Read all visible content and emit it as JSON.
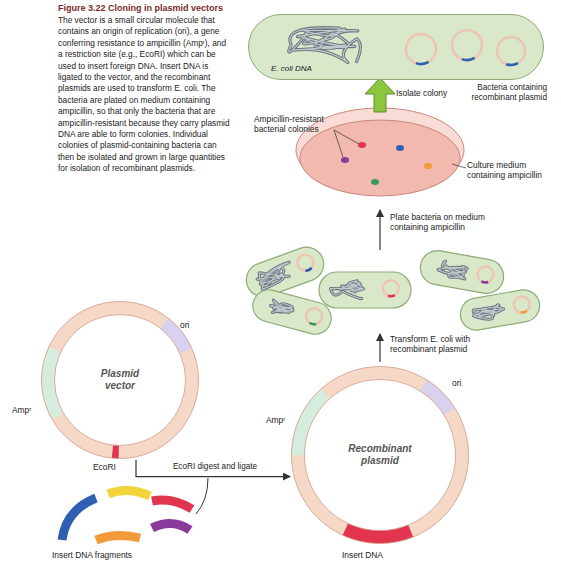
{
  "diagram": {
    "title": "Figure 3.22 Cloning in plasmid vectors",
    "caption": "The vector is a small circular molecule that contains an origin of replication (ori), a gene conferring resistance to ampicillin (Ampʳ), and a restriction site (e.g., EcoRI) which can be used to insert foreign DNA. Insert DNA is ligated to the vector, and the recombinant plasmids are used to transform E. coli. The bacteria are plated on medium containing ampicillin, so that only the bacteria that are ampicillin-resistant because they carry plasmid DNA are able to form colonies. Individual colonies of plasmid-containing bacteria can then be isolated and grown in large quantities for isolation of recombinant plasmids.",
    "nodes": [
      {
        "text": [
          "Plasmid vector"
        ]
      },
      {
        "text": [
          "Recombinant plasmid"
        ]
      },
      {
        "text": [
          "Bacteria containing recombinant plasmid",
          "E. coli DNA"
        ]
      }
    ],
    "edges": [
      {
        "from": 0,
        "to": 1,
        "arrow": "to",
        "label": "EcoRI digest and ligate"
      }
    ],
    "labels": [
      "ori",
      "Ampʳ",
      "EcoRI",
      "Insert DNA fragments",
      "Insert DNA",
      "Ampʳ",
      "ori",
      "Transform E. coli with recombinant plasmid",
      "Plate bacteria on medium containing ampicillin",
      "Ampicillin-resistant bacterial colonies",
      "Culture medium containing ampicillin",
      "Isolate colony"
    ]
  }
}
